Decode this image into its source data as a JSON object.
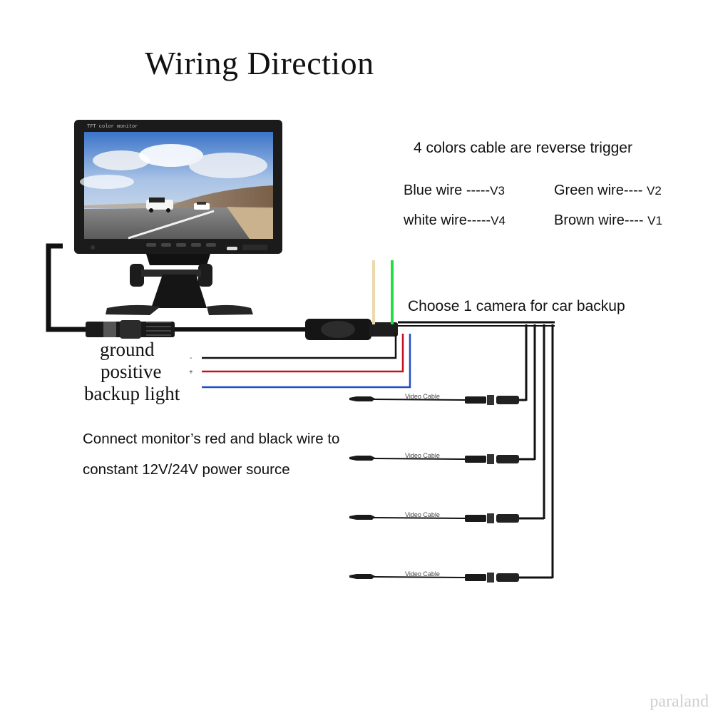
{
  "title": "Wiring Direction",
  "monitor_bezel_text": "TFT color monitor",
  "trigger": {
    "heading": "4 colors cable are reverse trigger",
    "wires": [
      {
        "name": "Blue wire -----",
        "code": "V3"
      },
      {
        "name": "Green wire----",
        "code": "V2"
      },
      {
        "name": "white wire-----",
        "code": "V4"
      },
      {
        "name": "Brown wire----",
        "code": "V1"
      }
    ]
  },
  "camera_note": "Choose 1 camera for car backup",
  "power_wires": {
    "ground": "ground",
    "positive": "positive",
    "backup": "backup light",
    "minus_symbol": "-",
    "plus_symbol": "+"
  },
  "power_note": {
    "line1": "Connect monitor’s red and black wire to",
    "line2": "constant 12V/24V power source"
  },
  "video_cable_label": "Video Cable",
  "video_cable_count": 4,
  "watermark": "paraland",
  "colors": {
    "black_wire": "#111111",
    "red_wire": "#c0111f",
    "blue_wire": "#1f4fc8",
    "green_wire": "#22dd44",
    "beige_wire": "#ecd9b0",
    "monitor_body": "#1b1b1b"
  }
}
